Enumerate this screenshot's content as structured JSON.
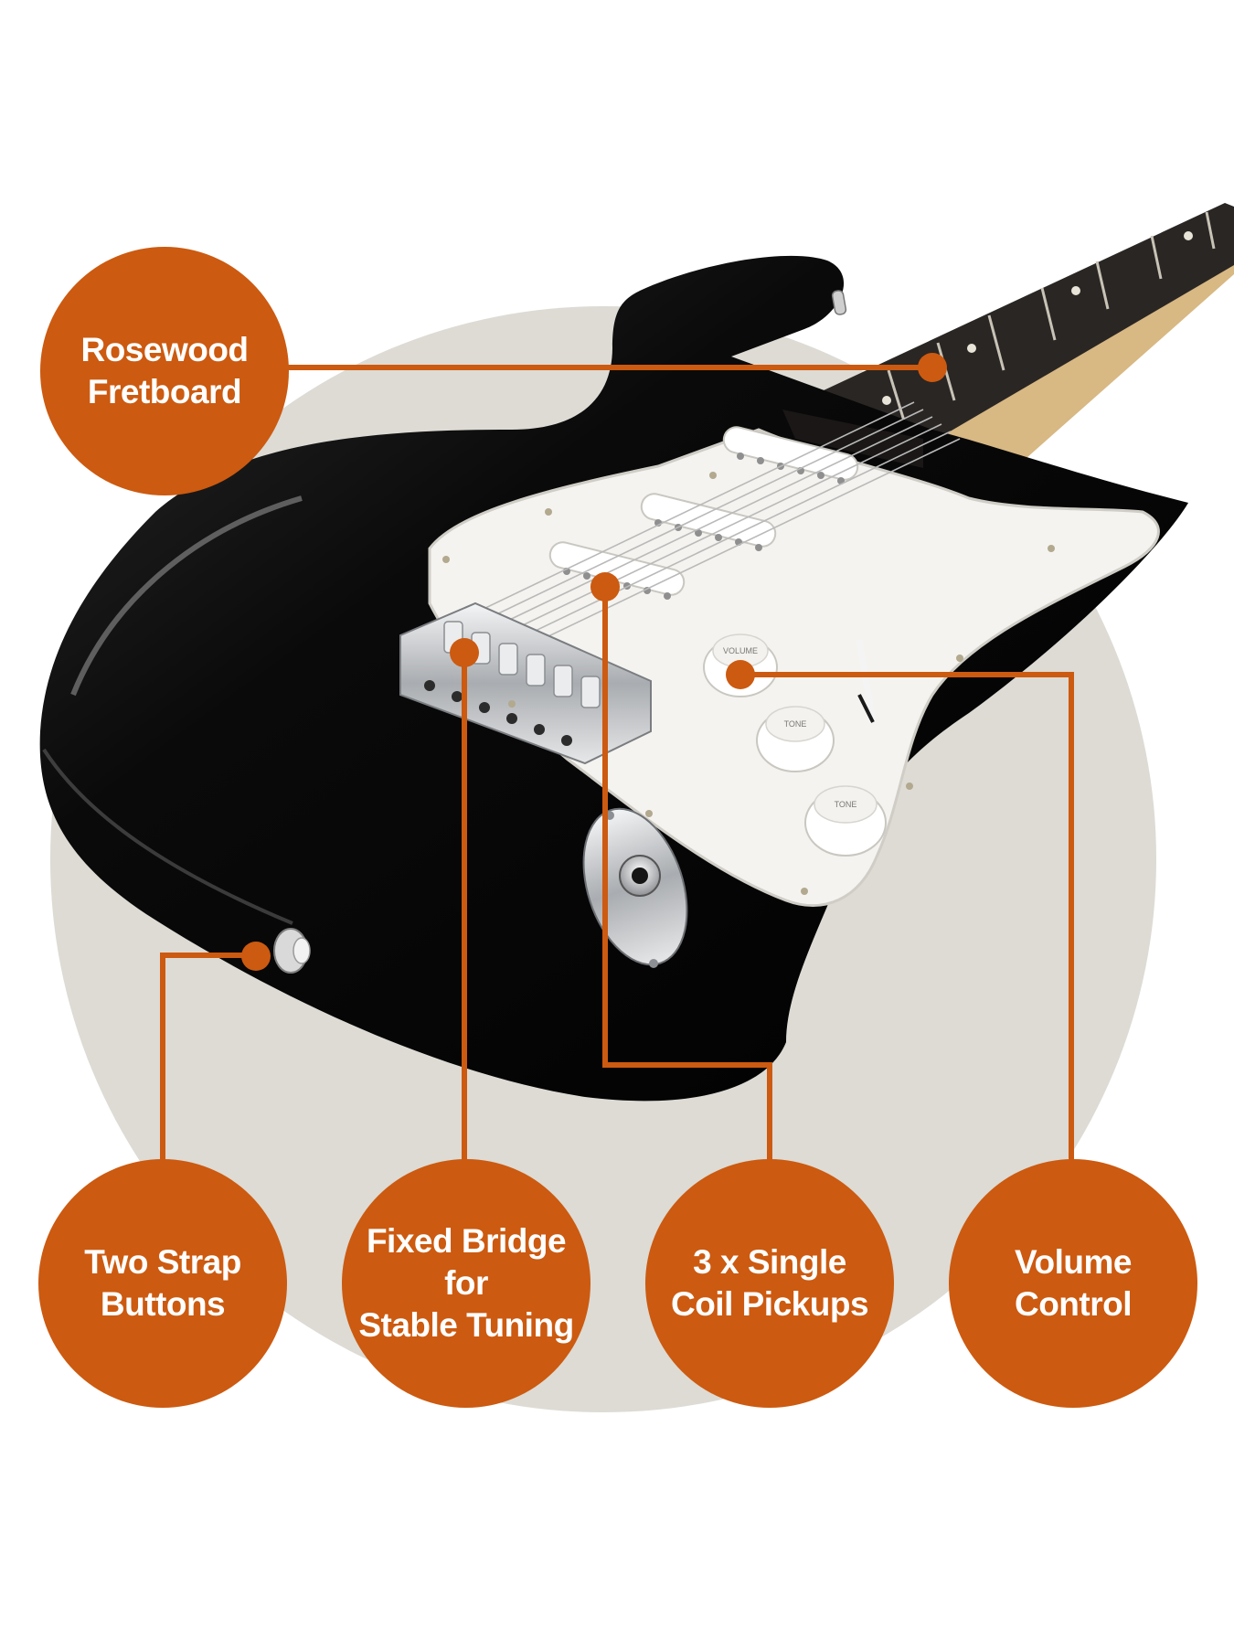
{
  "colors": {
    "accent": "#cc5a10",
    "backdrop": "#dddbd4",
    "body": "#0b0b0b",
    "pickguard": "#f4f3ef",
    "fretboard": "#2a2624",
    "chrome": "#c9cbce",
    "label_text": "#ffffff"
  },
  "callouts": {
    "fretboard": {
      "label": "Rosewood\nFretboard",
      "icon": "guitar-neck"
    },
    "strap_buttons": {
      "label": "Two Strap\nButtons",
      "icon": "strap-button"
    },
    "bridge": {
      "label": "Fixed Bridge for\nStable Tuning",
      "icon": "bridge"
    },
    "pickups": {
      "label": "3 x Single\nCoil Pickups",
      "icon": "pickup"
    },
    "volume": {
      "label": "Volume\nControl",
      "icon": "knob"
    }
  },
  "knobs": {
    "volume": "VOLUME",
    "tone_1": "TONE",
    "tone_2": "TONE"
  }
}
